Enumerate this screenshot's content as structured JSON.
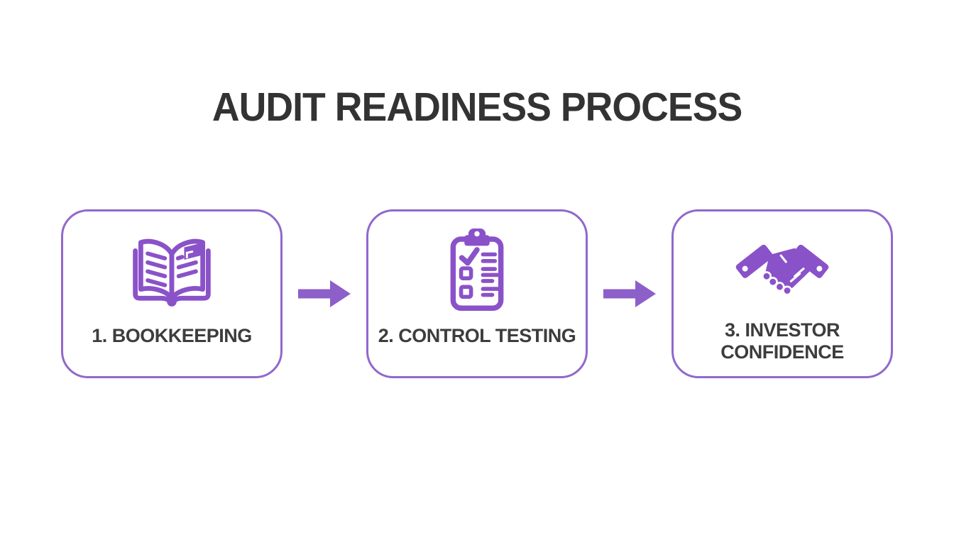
{
  "title": "AUDIT READINESS PROCESS",
  "steps": [
    {
      "label": "1. BOOKKEEPING",
      "icon": "open-book-icon"
    },
    {
      "label": "2. CONTROL TESTING",
      "icon": "clipboard-checklist-icon"
    },
    {
      "label": "3. INVESTOR CONFIDENCE",
      "icon": "handshake-icon"
    }
  ],
  "connectors": [
    {
      "icon": "right-arrow-icon"
    },
    {
      "icon": "right-arrow-icon"
    }
  ],
  "colors": {
    "accent_purple": "#8a52c9",
    "box_border_purple": "#9168cb",
    "arrow_purple": "#8d5fc9",
    "title_text": "#333333",
    "label_text": "#3d3d3d",
    "background": "#ffffff"
  }
}
